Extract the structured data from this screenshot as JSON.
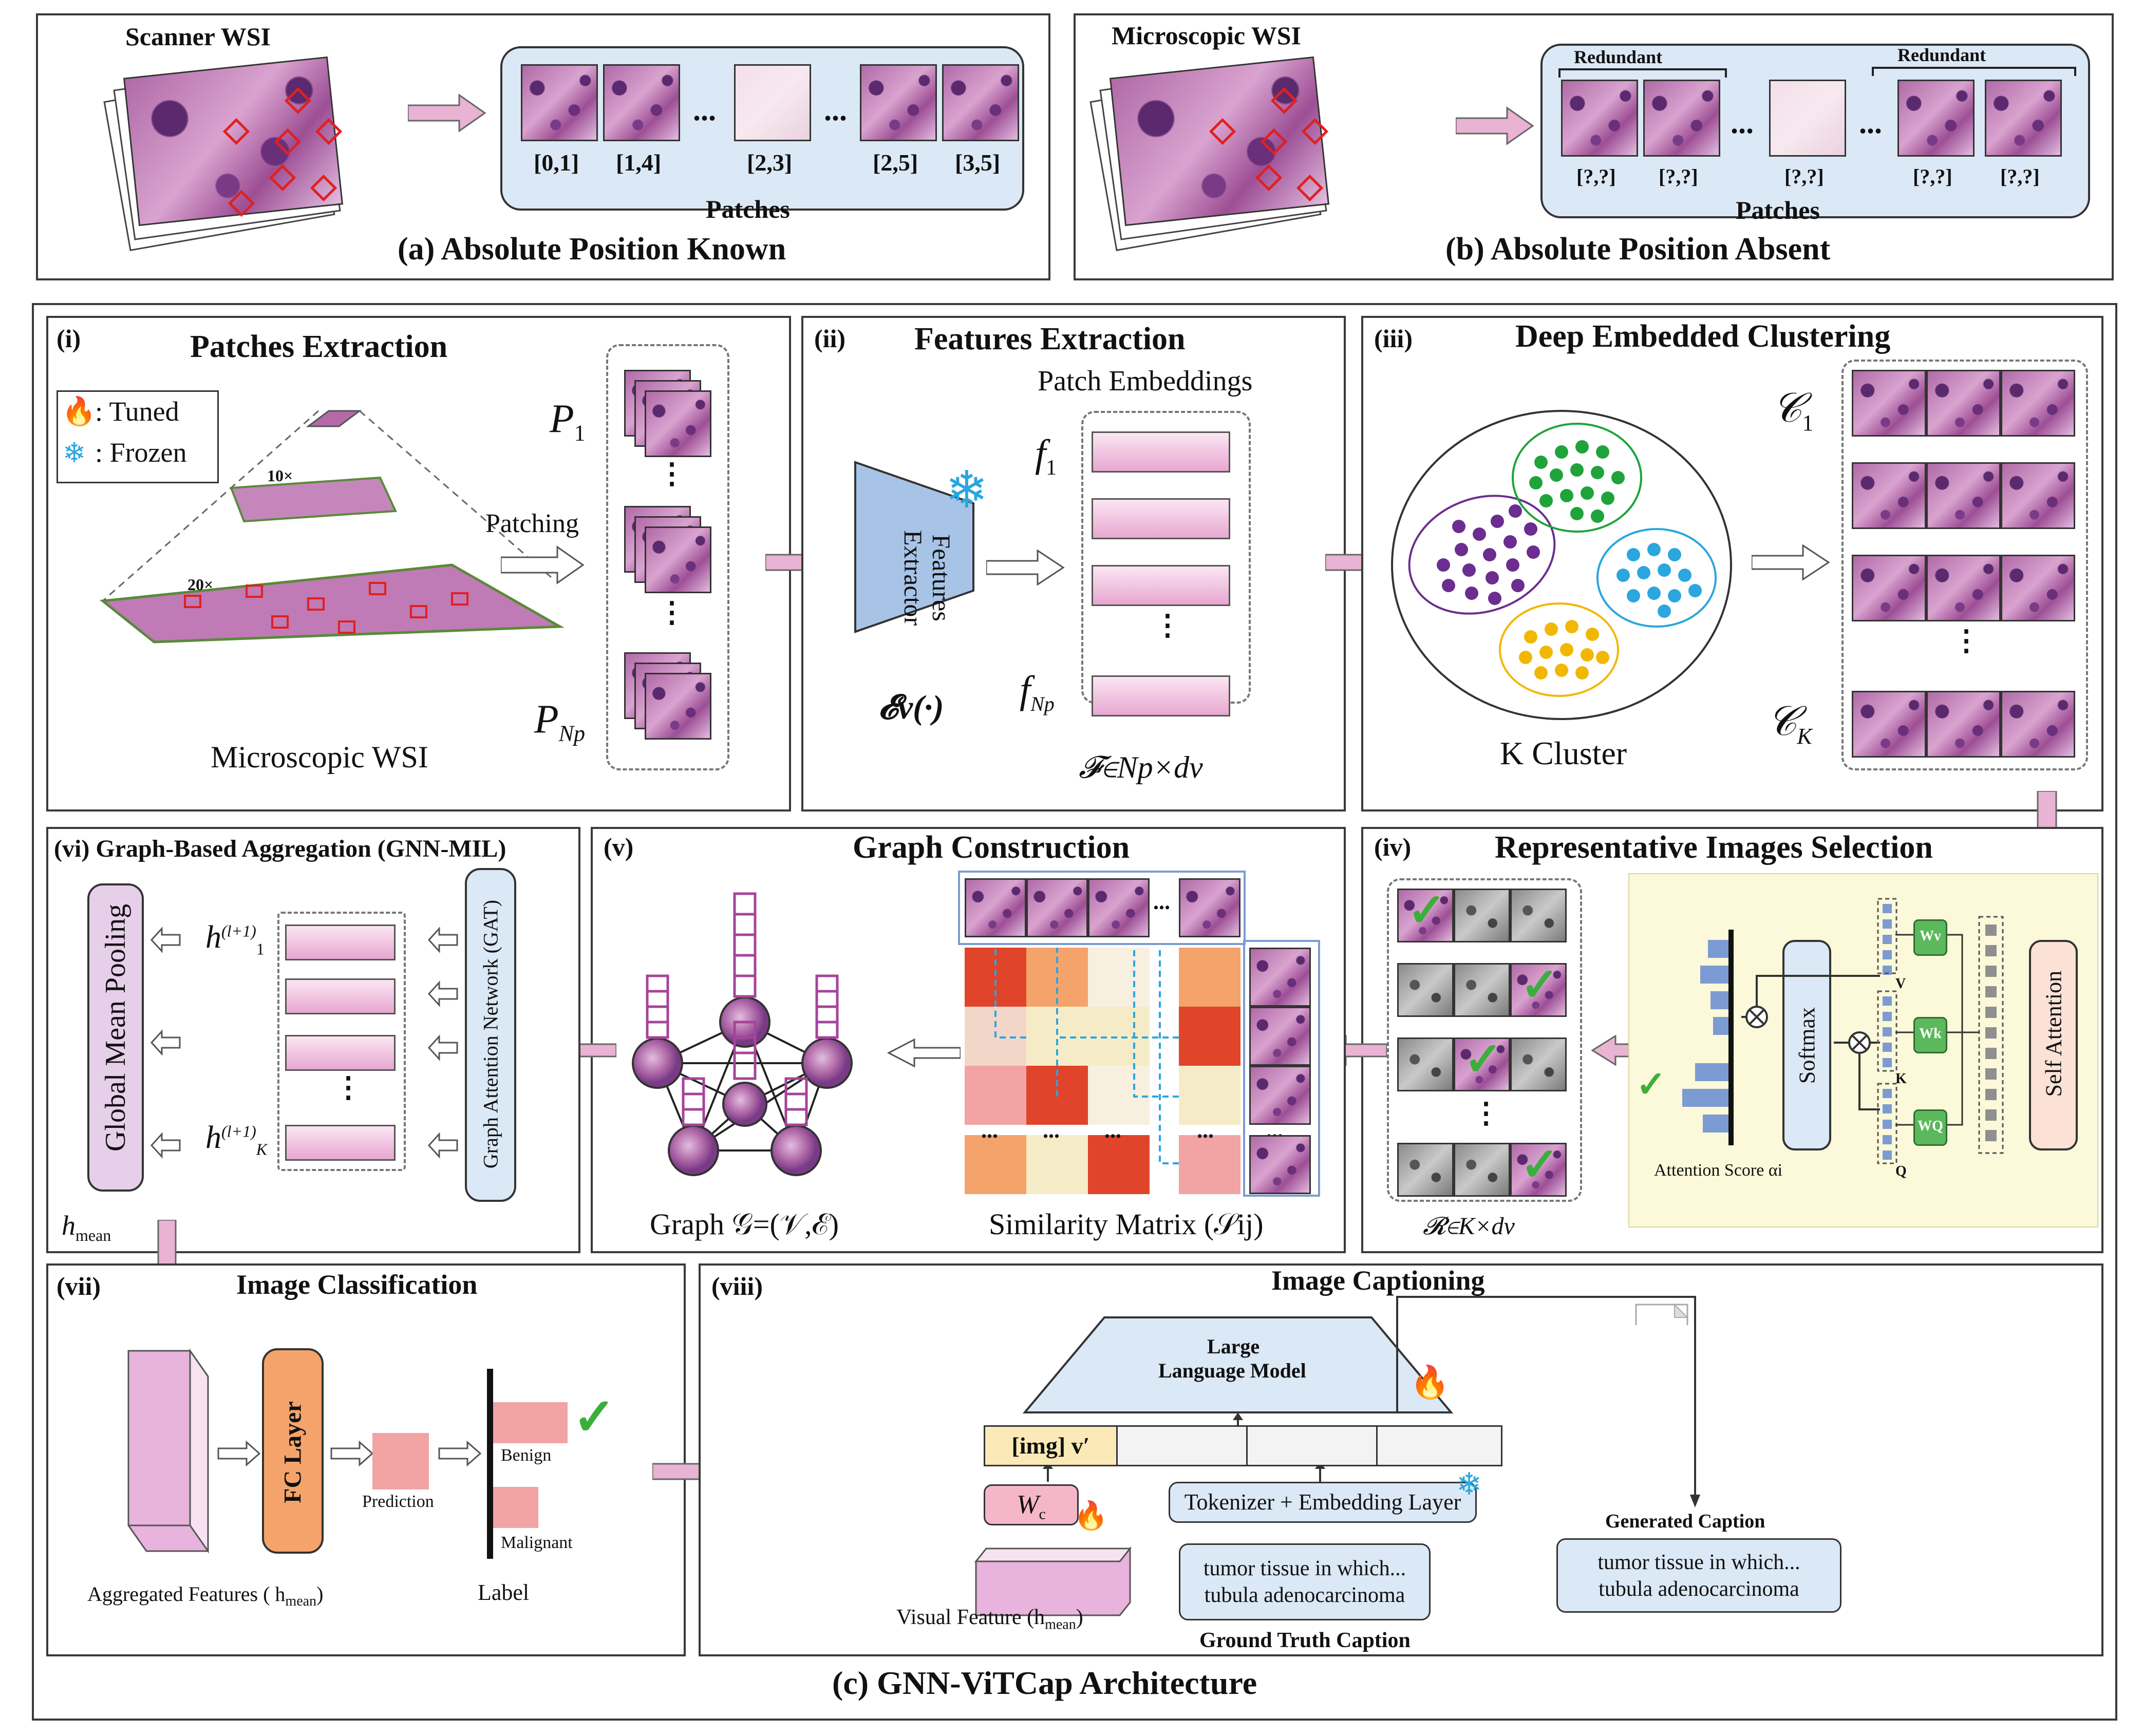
{
  "panel_a": {
    "wsi_label": "Scanner WSI",
    "patch_coords": [
      "[0,1]",
      "[1,4]",
      "[2,3]",
      "[2,5]",
      "[3,5]"
    ],
    "patches_label": "Patches",
    "caption": "(a) Absolute Position Known",
    "ellipsis": "..."
  },
  "panel_b": {
    "wsi_label": "Microscopic WSI",
    "redundant_label": "Redundant",
    "patch_coords": [
      "[?,?]",
      "[?,?]",
      "[?,?]",
      "[?,?]",
      "[?,?]"
    ],
    "patches_label": "Patches",
    "caption": "(b) Absolute Position Absent",
    "ellipsis": "..."
  },
  "panel_c": {
    "caption": "(c) GNN-ViTCap Architecture",
    "step_i": {
      "tag": "(i)",
      "title": "Patches Extraction",
      "legend_tuned": ": Tuned",
      "legend_frozen": ": Frozen",
      "mag_10": "10×",
      "mag_20": "20×",
      "patching": "Patching",
      "p1": "P",
      "p1_sub": "1",
      "pnp": "P",
      "pnp_sub": "Np",
      "wsi_label": "Microscopic WSI",
      "vdots": "⋮"
    },
    "step_ii": {
      "tag": "(ii)",
      "title": "Features Extraction",
      "embeddings_label": "Patch Embeddings",
      "extractor_label": "Features Extractor",
      "extractor_fn": "𝓔v(·)",
      "f1": "f",
      "f1_sub": "1",
      "fnp": "f",
      "fnp_sub": "Np",
      "matrix": "𝓕∈Np×dv",
      "vdots": "⋮"
    },
    "step_iii": {
      "tag": "(iii)",
      "title": "Deep Embedded Clustering",
      "k_cluster": "K Cluster",
      "c1": "𝒞",
      "c1_sub": "1",
      "ck": "𝒞",
      "ck_sub": "K",
      "vdots": "⋮"
    },
    "step_iv": {
      "tag": "(iv)",
      "title": "Representative Images Selection",
      "softmax": "Softmax",
      "self_attention": "Self Attention",
      "attention_score": "Attention Score αi",
      "wv": "Wv",
      "wk": "Wk",
      "wq": "WQ",
      "v": "V",
      "k": "K",
      "q": "Q",
      "matrix": "𝓡∈K×dv",
      "vdots": "⋮"
    },
    "step_v": {
      "tag": "(v)",
      "title": "Graph Construction",
      "graph_label": "Graph 𝒢=(𝒱,ℰ)",
      "similarity_label": "Similarity Matrix (𝒮ij)",
      "ellipsis": "..."
    },
    "step_vi": {
      "tag": "(vi)",
      "title": "Graph-Based Aggregation (GNN-MIL)",
      "pooling": "Global Mean Pooling",
      "gat": "Graph Attention Network (GAT)",
      "h1": "h",
      "h1_sup": "(l+1)",
      "h1_sub": "1",
      "hk": "h",
      "hk_sup": "(l+1)",
      "hk_sub": "K",
      "hmean": "h",
      "hmean_sub": "mean",
      "vdots": "⋮"
    },
    "step_vii": {
      "tag": "(vii)",
      "title": "Image Classification",
      "fc_layer": "FC Layer",
      "prediction": "Prediction",
      "benign": "Benign",
      "malignant": "Malignant",
      "label": "Label",
      "aggregated": "Aggregated Features ( h",
      "aggregated_sub": "mean",
      "aggregated_end": ")"
    },
    "step_viii": {
      "tag": "(viii)",
      "title": "Image Captioning",
      "llm_line1": "Large",
      "llm_line2": "Language Model",
      "img_token": "[img] v′",
      "wc": "W",
      "wc_sub": "c",
      "tokenizer": "Tokenizer + Embedding Layer",
      "gt_line1": "tumor tissue in which...",
      "gt_line2": "tubula adenocarcinoma",
      "gt_label": "Ground Truth Caption",
      "gen_label": "Generated Caption",
      "gen_line1": "tumor tissue in which...",
      "gen_line2": "tubula adenocarcinoma",
      "visual_feature": "Visual Feature (h",
      "visual_feature_sub": "mean",
      "visual_feature_end": ")"
    }
  },
  "colors": {
    "pink_arrow": "#e9b3d3",
    "cluster_purple": "#6b2d8f",
    "cluster_green": "#1fa33a",
    "cluster_blue": "#2ba6de",
    "cluster_yellow": "#f2b705",
    "heat_red": "#e0442a",
    "heat_orange": "#f4a36b",
    "heat_cream": "#f5ecc7",
    "heat_pink": "#f2a3a3",
    "attention_bg": "#fbf9d9",
    "check_green": "#3cae3c",
    "w_box_green": "#5cb85c",
    "fc_orange": "#f4a46b",
    "llm_blue": "#dbe8f5"
  }
}
